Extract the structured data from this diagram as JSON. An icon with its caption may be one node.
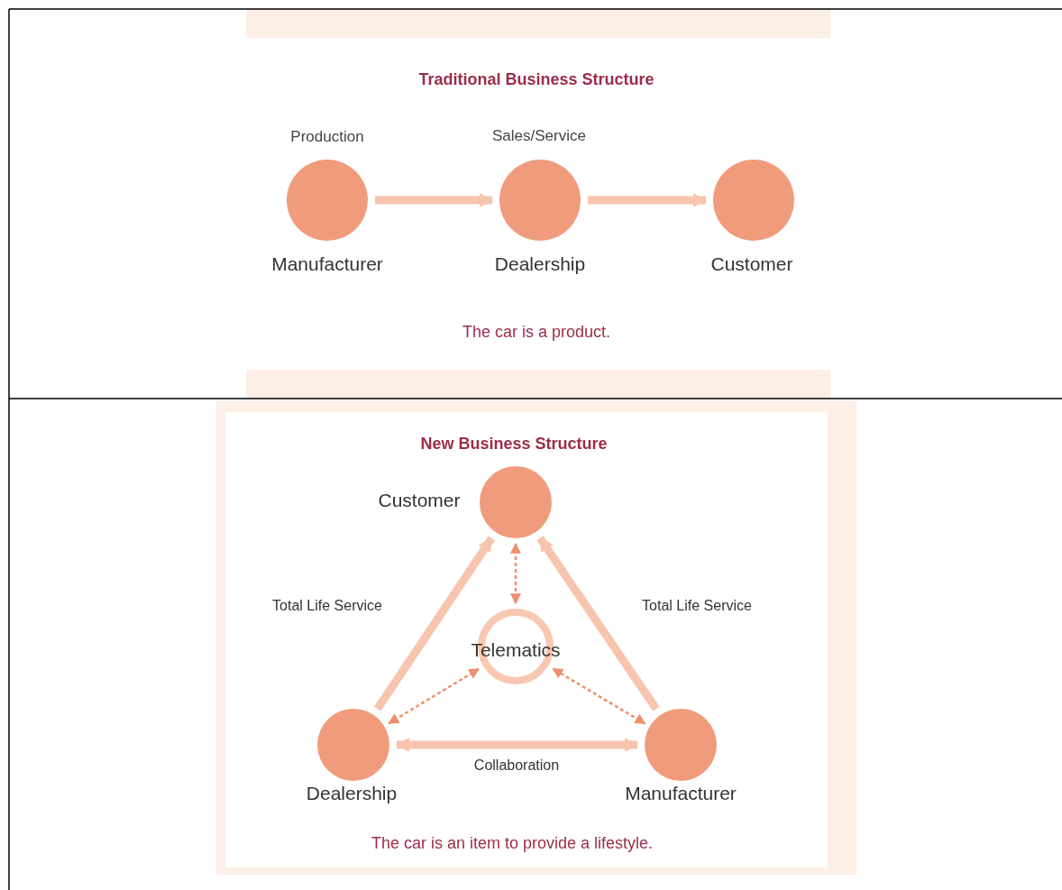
{
  "diagram": {
    "nodes": [
      {
        "text": [
          "Traditional Business Structure",
          "The car is a product."
        ]
      },
      {
        "text": [
          "Manufacturer"
        ],
        "beside": [
          "Production"
        ],
        "in": 0
      },
      {
        "text": [
          "Dealership"
        ],
        "beside": [
          "Sales/Service"
        ],
        "in": 0
      },
      {
        "text": [
          "Customer"
        ],
        "in": 0
      },
      {
        "text": [
          "New Business Structure",
          "The car is an item to provide a lifestyle."
        ]
      },
      {
        "text": [
          "Customer"
        ],
        "in": 4
      },
      {
        "text": [
          "Telematics"
        ],
        "in": 4
      },
      {
        "text": [
          "Dealership"
        ],
        "in": 4
      },
      {
        "text": [
          "Manufacturer"
        ],
        "in": 4
      }
    ],
    "edges": [
      {
        "from": 1,
        "to": 2,
        "arrow": "to"
      },
      {
        "from": 2,
        "to": 3,
        "arrow": "to"
      },
      {
        "from": 7,
        "to": 5,
        "arrow": "to",
        "label": "Total Life Service"
      },
      {
        "from": 8,
        "to": 5,
        "arrow": "to",
        "label": "Total Life Service"
      },
      {
        "from": 7,
        "to": 8,
        "arrow": "both",
        "label": "Collaboration"
      },
      {
        "from": 5,
        "to": 6,
        "arrow": "both",
        "style": "dashed"
      },
      {
        "from": 7,
        "to": 6,
        "arrow": "both",
        "style": "dashed"
      },
      {
        "from": 8,
        "to": 6,
        "arrow": "both",
        "style": "dashed"
      }
    ]
  }
}
